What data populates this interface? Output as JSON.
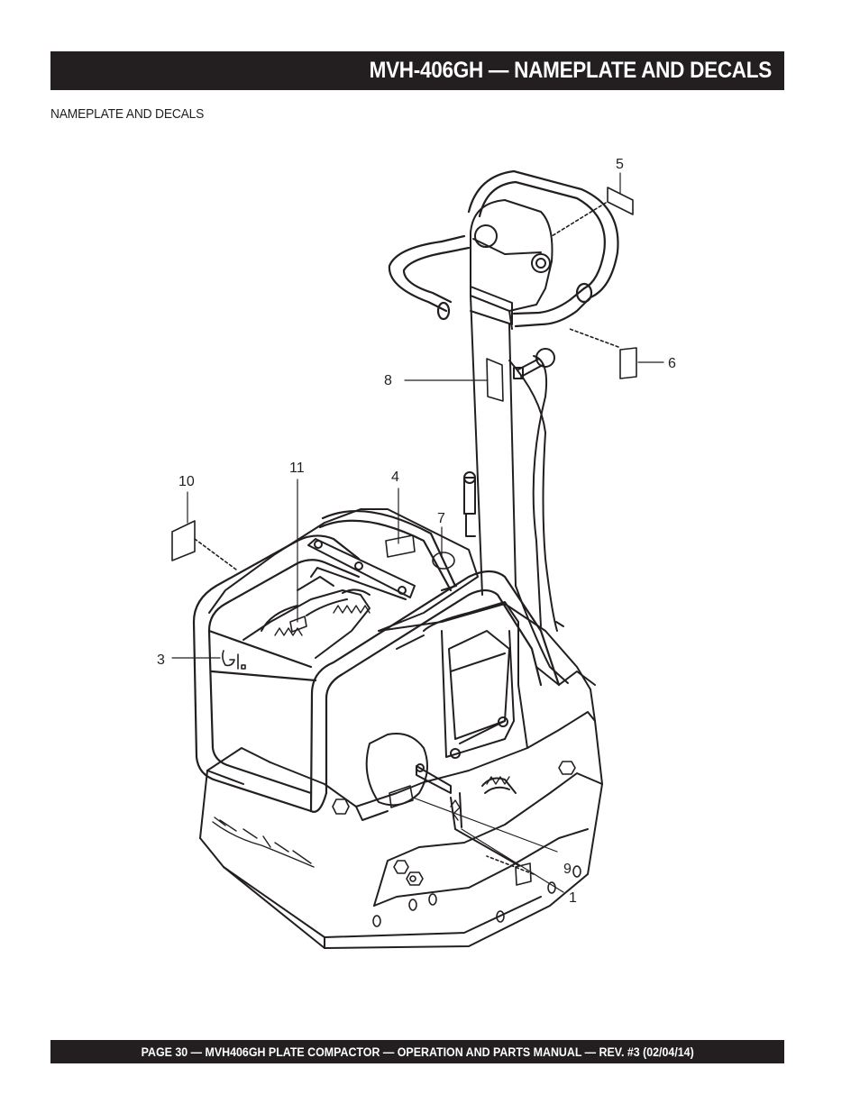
{
  "header": {
    "title": "MVH-406GH — NAMEPLATE AND DECALS"
  },
  "section": {
    "heading": "NAMEPLATE AND DECALS"
  },
  "figure": {
    "callouts": {
      "c1": "1",
      "c3": "3",
      "c4": "4",
      "c5": "5",
      "c6": "6",
      "c7": "7",
      "c8": "8",
      "c9": "9",
      "c10": "10",
      "c11": "11"
    }
  },
  "footer": {
    "text": "PAGE 30 —  MVH406GH PLATE COMPACTOR —  OPERATION AND PARTS MANUAL — REV. #3 (02/04/14)"
  },
  "colors": {
    "ink": "#231f20",
    "background": "#ffffff"
  }
}
